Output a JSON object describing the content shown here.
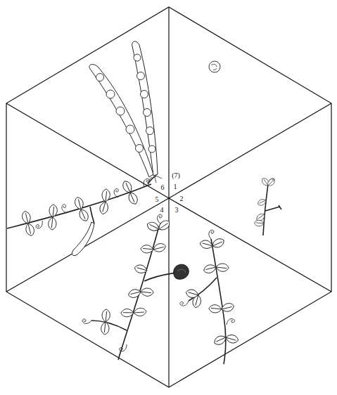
{
  "diagram": {
    "labels": [
      "(7)",
      "1",
      "2",
      "3",
      "4",
      "5",
      "6"
    ]
  }
}
